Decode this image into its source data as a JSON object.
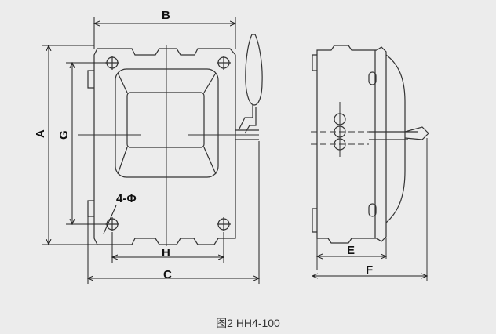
{
  "figure": {
    "caption": "图2 HH4-100",
    "labels": {
      "A": "A",
      "B": "B",
      "C": "C",
      "E": "E",
      "F": "F",
      "G": "G",
      "H": "H",
      "holes": "4-Φ"
    }
  }
}
